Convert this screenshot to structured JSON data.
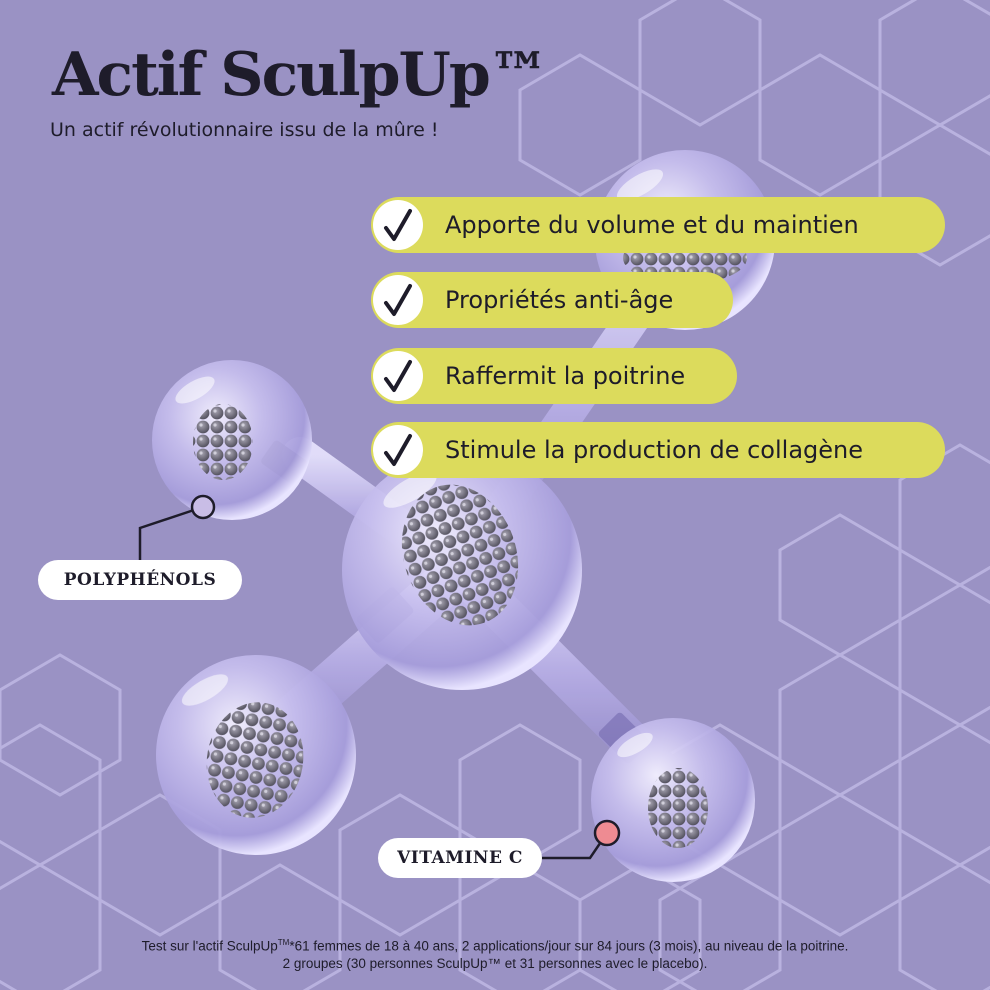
{
  "header": {
    "title": "Actif SculpUp™",
    "subtitle": "Un actif révolutionnaire issu de la mûre !"
  },
  "benefits": [
    {
      "label": "Apporte du volume et du maintien",
      "icon": "checkmark-icon"
    },
    {
      "label": "Propriétés anti-âge",
      "icon": "checkmark-icon"
    },
    {
      "label": "Raffermit la poitrine",
      "icon": "checkmark-icon"
    },
    {
      "label": "Stimule la production de collagène",
      "icon": "checkmark-icon"
    }
  ],
  "callouts": {
    "polyphenols": "POLYPHÉNOLS",
    "vitamin_c": "VITAMINE C"
  },
  "footnote": {
    "line1_prefix": "Test sur l'actif SculpUp",
    "line1_tm": "TM",
    "line1_suffix": "*61 femmes de 18 à 40 ans, 2 applications/jour sur 84 jours (3 mois), au niveau de la poitrine.",
    "line2": "2 groupes (30 personnes SculpUp™ et 31 personnes avec le placebo)."
  },
  "colors": {
    "background": "#9a92c4",
    "pill": "#dcdb5c",
    "text": "#1e1c2a",
    "polyphenols_dot": "#c9bde6",
    "vitamin_c_dot": "#ee8b92"
  }
}
